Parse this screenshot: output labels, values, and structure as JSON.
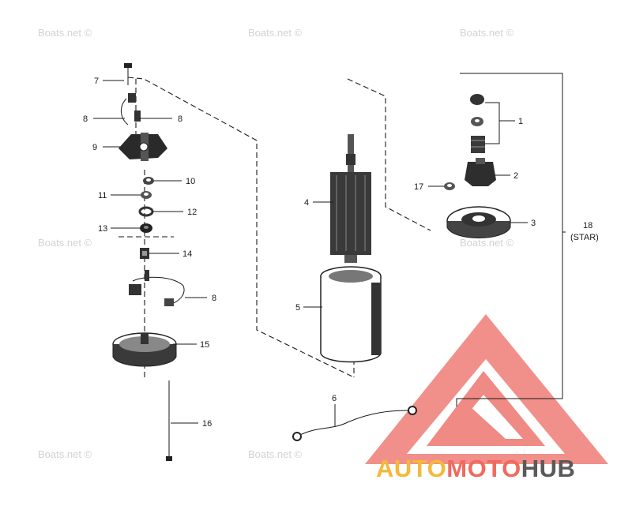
{
  "watermark": "Boats.net ©",
  "callouts": {
    "c1": "1",
    "c2": "2",
    "c3": "3",
    "c4": "4",
    "c5": "5",
    "c6": "6",
    "c7": "7",
    "c8a": "8",
    "c8b": "8",
    "c8c": "8",
    "c9": "9",
    "c10": "10",
    "c11": "11",
    "c12": "12",
    "c13": "13",
    "c14": "14",
    "c15": "15",
    "c16": "16",
    "c17": "17",
    "c18": "18",
    "c18sub": "(STAR)"
  },
  "logo": {
    "part1": "AUTO",
    "part2": "MOTO",
    "part3": "HUB",
    "colors": {
      "auto": "#f4b93a",
      "moto": "#f06a5e",
      "hub": "#5a5a5a",
      "triangle": "#f08a84"
    }
  }
}
